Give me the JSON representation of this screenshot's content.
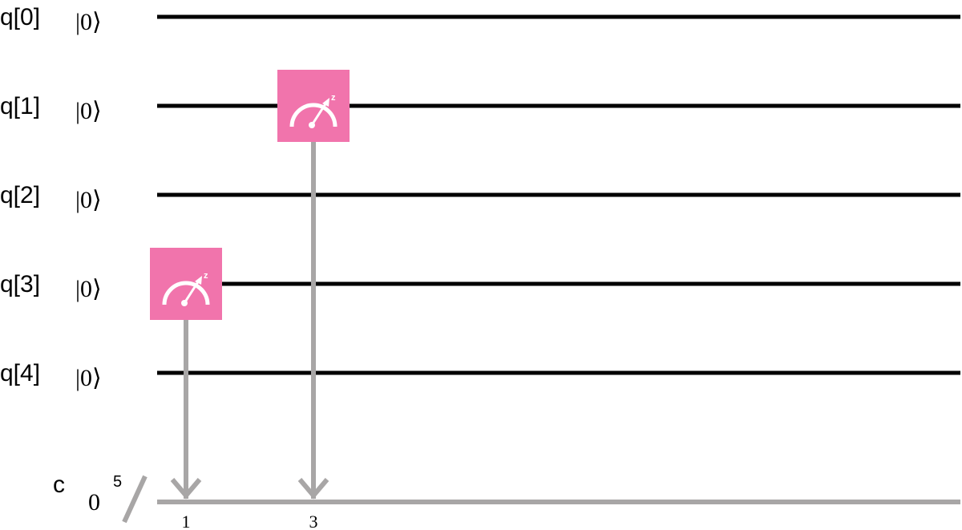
{
  "circuit": {
    "qubits": [
      {
        "label": "q[0]",
        "init": "|0⟩"
      },
      {
        "label": "q[1]",
        "init": "|0⟩"
      },
      {
        "label": "q[2]",
        "init": "|0⟩"
      },
      {
        "label": "q[3]",
        "init": "|0⟩"
      },
      {
        "label": "q[4]",
        "init": "|0⟩"
      }
    ],
    "classical_register": {
      "label": "c",
      "init": "0",
      "width": "5"
    },
    "measurements": [
      {
        "qubit": 3,
        "bit_label": "1",
        "basis": "z"
      },
      {
        "qubit": 1,
        "bit_label": "3",
        "basis": "z"
      }
    ],
    "colors": {
      "qubit_wire": "#000000",
      "classical_wire": "#a8a6a6",
      "measure_gate": "#f174ac",
      "measure_symbol": "#ffffff"
    }
  }
}
